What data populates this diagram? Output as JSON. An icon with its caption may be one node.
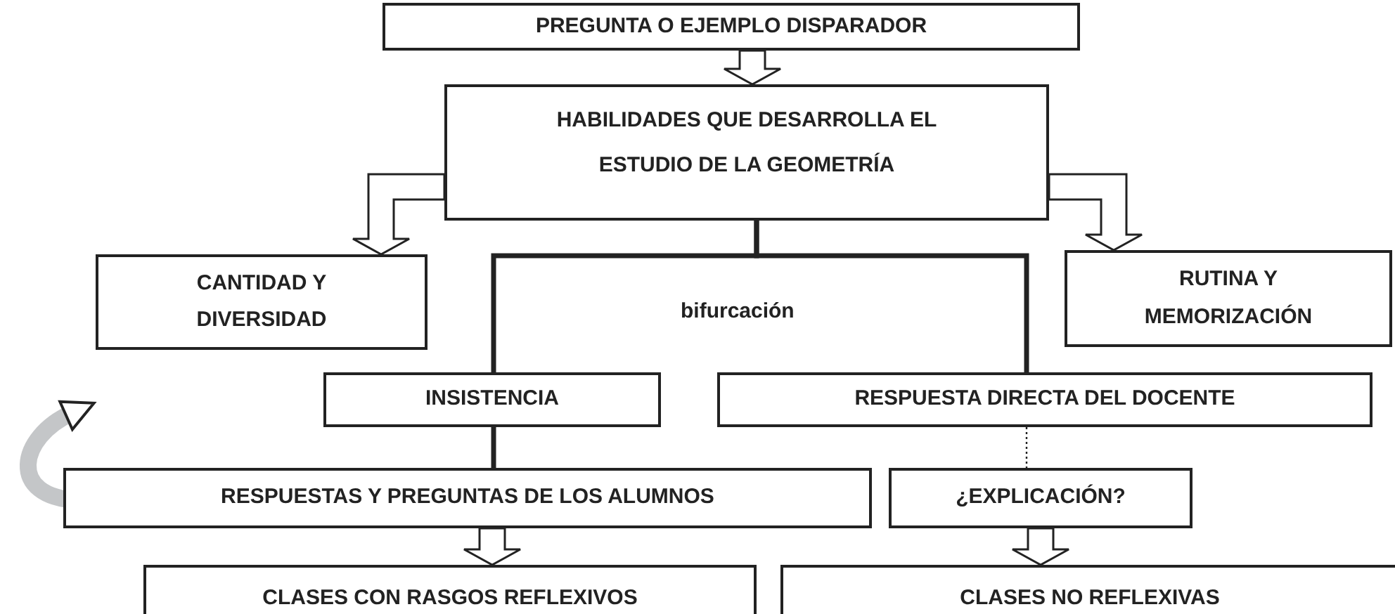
{
  "diagram": {
    "nodes": [
      {
        "text": [
          "PREGUNTA O EJEMPLO DISPARADOR"
        ]
      },
      {
        "text": [
          "HABILIDADES QUE DESARROLLA EL ESTUDIO DE LA GEOMETRÍA"
        ]
      },
      {
        "text": [
          "CANTIDAD Y DIVERSIDAD"
        ]
      },
      {
        "text": [
          "RUTINA Y MEMORIZACIÓN"
        ]
      },
      {
        "text": [
          "INSISTENCIA"
        ]
      },
      {
        "text": [
          "RESPUESTA DIRECTA DEL DOCENTE"
        ]
      },
      {
        "text": [
          "RESPUESTAS Y PREGUNTAS DE LOS ALUMNOS"
        ]
      },
      {
        "text": [
          "¿EXPLICACIÓN?"
        ]
      },
      {
        "text": [
          "CLASES CON RASGOS REFLEXIVOS"
        ]
      },
      {
        "text": [
          "CLASES NO REFLEXIVAS"
        ]
      }
    ],
    "edges": [
      {
        "from": 0,
        "to": 1,
        "arrow": "to"
      },
      {
        "from": 1,
        "to": 2,
        "arrow": "to"
      },
      {
        "from": 1,
        "to": 3,
        "arrow": "to"
      },
      {
        "from": 1,
        "to": 4,
        "arrow": "none"
      },
      {
        "from": 1,
        "to": 5,
        "arrow": "none"
      },
      {
        "from": 4,
        "to": 6,
        "arrow": "none"
      },
      {
        "from": 5,
        "to": 7,
        "arrow": "none",
        "style": "dashed"
      },
      {
        "from": 6,
        "to": 8,
        "arrow": "to"
      },
      {
        "from": 7,
        "to": 9,
        "arrow": "to"
      },
      {
        "from": 6,
        "to": 6,
        "arrow": "to",
        "style": "thick",
        "color": "#c4c6c8"
      }
    ],
    "labels": [
      "bifurcación"
    ]
  }
}
